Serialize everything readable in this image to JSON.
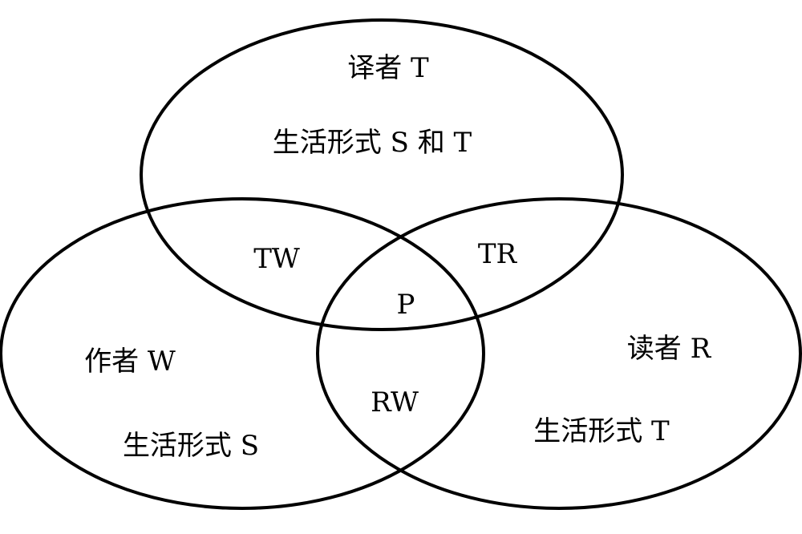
{
  "diagram": {
    "sets": {
      "translator": {
        "name": "译者 T",
        "life_form": "生活形式 S 和 T"
      },
      "author": {
        "name": "作者 W",
        "life_form": "生活形式 S"
      },
      "reader": {
        "name": "读者 R",
        "life_form": "生活形式 T"
      }
    },
    "intersections": {
      "translator_author": "TW",
      "translator_reader": "TR",
      "reader_author": "RW",
      "all_three": "P"
    },
    "stroke_color": "#000000",
    "background_color": "#ffffff"
  }
}
